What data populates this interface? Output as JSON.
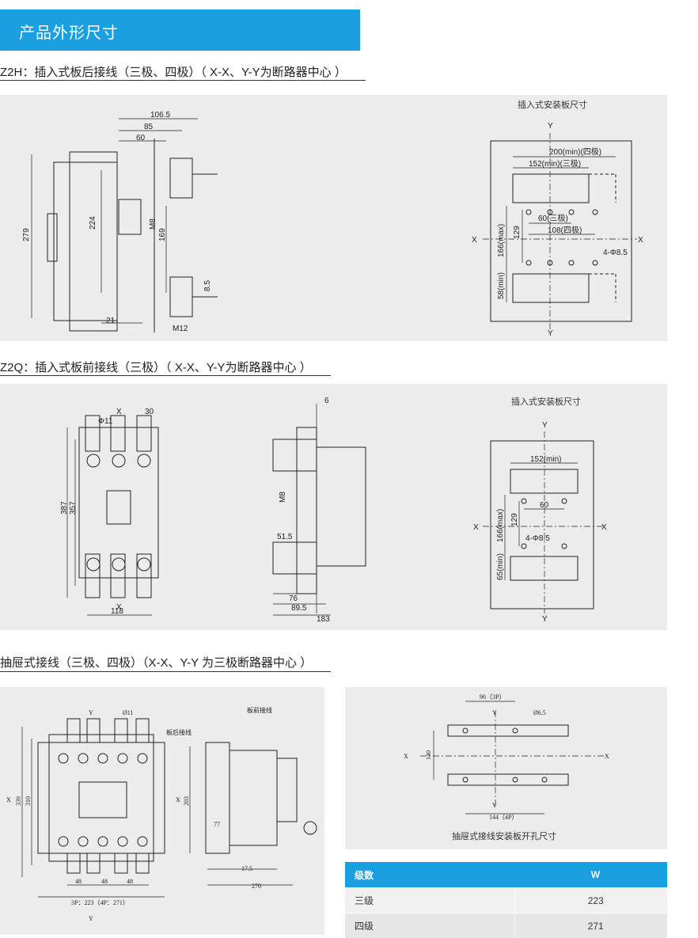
{
  "header": {
    "title": "产品外形尺寸"
  },
  "sections": {
    "z2h": {
      "heading": "Z2H：插入式板后接线（三极、四极）（ X-X、Y-Y为断路器中心 ）",
      "mount_title": "插入式安装板尺寸",
      "dims": {
        "d1065": "106.5",
        "d85": "85",
        "d60": "60",
        "d224": "224",
        "d279": "279",
        "dM8": "M8",
        "d169": "169",
        "d85b": "8.5",
        "d21": "21",
        "dM12": "M12",
        "m200": "200(min)(四极)",
        "m152": "152(min)(三极)",
        "m60": "60(三极)",
        "m108": "108(四极)",
        "m129": "129",
        "m166": "166(max)",
        "m58": "58(min)",
        "mhole": "4-Φ8.5",
        "X": "X",
        "Y": "Y"
      }
    },
    "z2q": {
      "heading": "Z2Q：插入式板前接线（三极）（ X-X、Y-Y为断路器中心 ）",
      "mount_title": "插入式安装板尺寸",
      "dims": {
        "phi11": "Φ11",
        "d30": "30",
        "d387": "387",
        "d357": "357",
        "d118": "118",
        "d6": "6",
        "dM8": "M8",
        "d515": "51.5",
        "d76": "76",
        "d895": "89.5",
        "d183": "183",
        "m152": "152(min)",
        "m60": "60",
        "m129": "129",
        "m166": "166(max)",
        "m65": "65(min)",
        "mhole": "4-Φ8.5",
        "X": "X",
        "Y": "Y"
      }
    },
    "drawer": {
      "heading": "抽屉式接线（三极、四极）（X-X、Y-Y 为三极断路器中心 ）",
      "dims": {
        "phi11": "Ø11",
        "d339": "339",
        "d310": "310",
        "d48a": "48",
        "d48b": "48",
        "d48c": "48",
        "d3p": "3P：223（4P：271）",
        "X": "X",
        "Y": "Y",
        "back": "板后接线",
        "front": "板前接线",
        "d203": "203",
        "d77": "77",
        "d175": "17.5",
        "d270": "270"
      },
      "panel": {
        "d96": "96（3P）",
        "phi65": "Ø6.5",
        "d140": "140",
        "d144": "144（4P）",
        "X": "X",
        "Y": "Y",
        "caption": "抽屉式接线安装板开孔尺寸"
      }
    }
  },
  "table": {
    "headers": [
      "级数",
      "W"
    ],
    "rows": [
      [
        "三级",
        "223"
      ],
      [
        "四级",
        "271"
      ]
    ]
  }
}
